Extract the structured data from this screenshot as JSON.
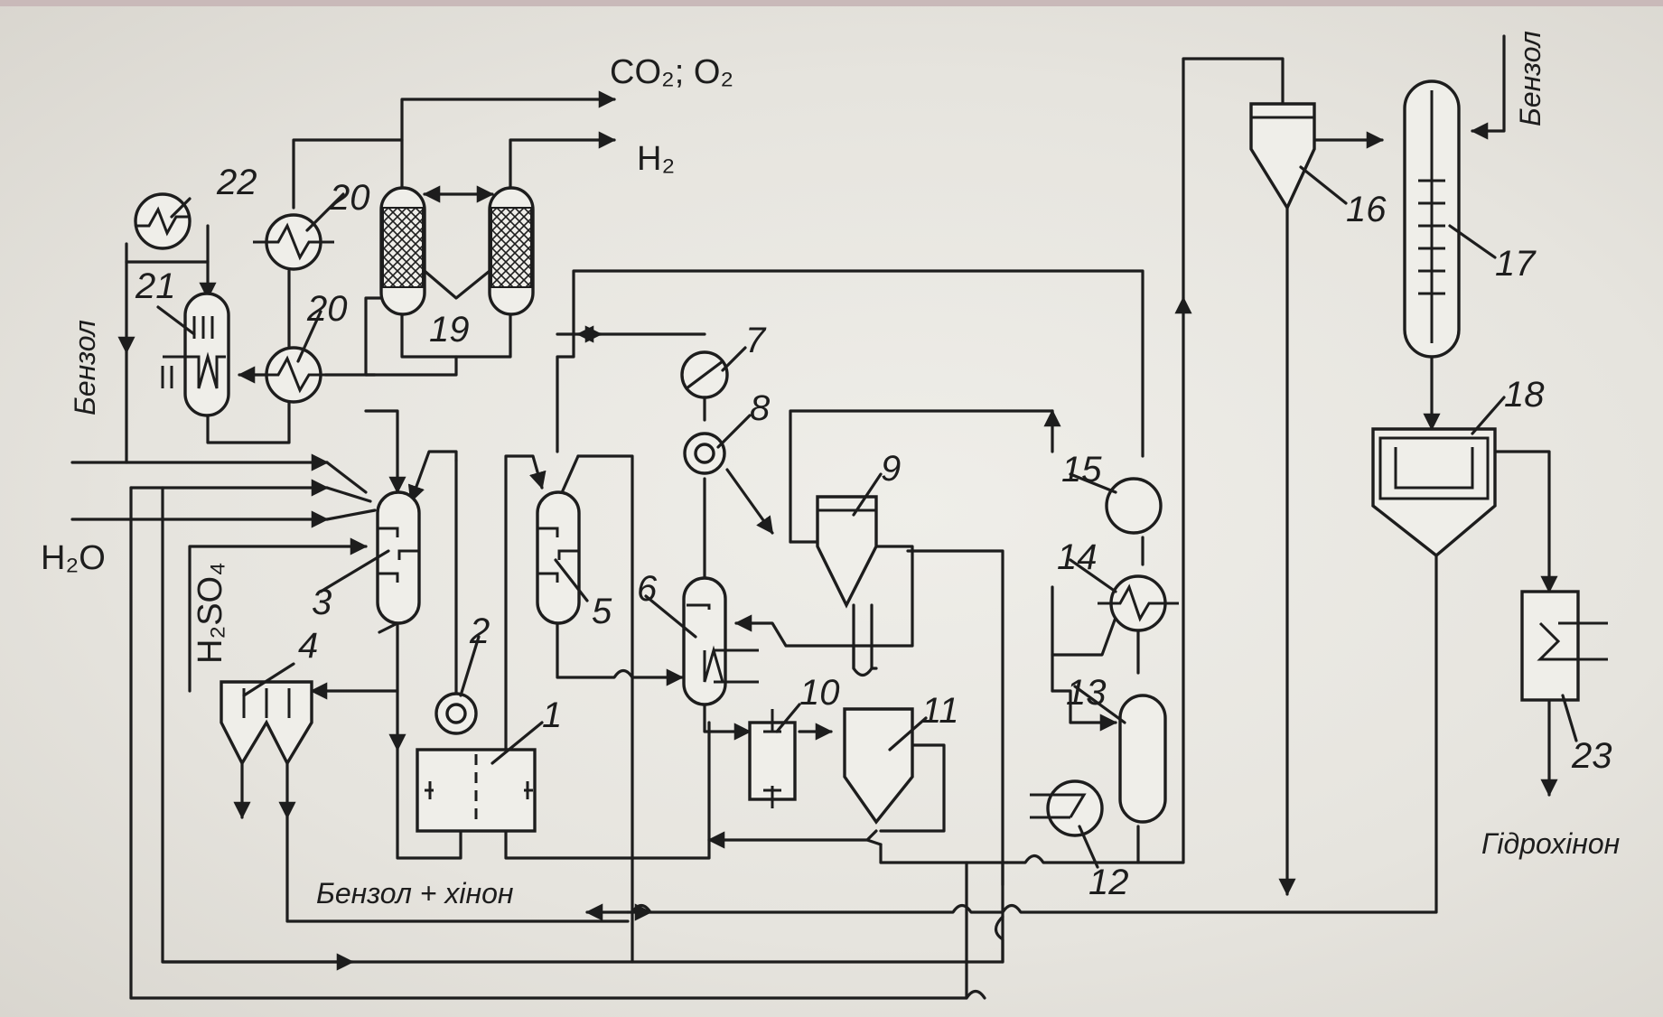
{
  "labels": {
    "co2_o2": "CO₂; O₂",
    "h2": "H₂",
    "benzol_left": "Бензол",
    "h2o": "H₂O",
    "h2so4": "H₂SO₄",
    "benzol_quinone": "Бензол + хінон",
    "benzol_right": "Бензол",
    "hydroquinone": "Гідрохінон"
  },
  "equipment_numbers": [
    "1",
    "2",
    "3",
    "4",
    "5",
    "6",
    "7",
    "8",
    "9",
    "10",
    "11",
    "12",
    "13",
    "14",
    "15",
    "16",
    "17",
    "18",
    "19",
    "20",
    "20",
    "21",
    "22",
    "23"
  ]
}
